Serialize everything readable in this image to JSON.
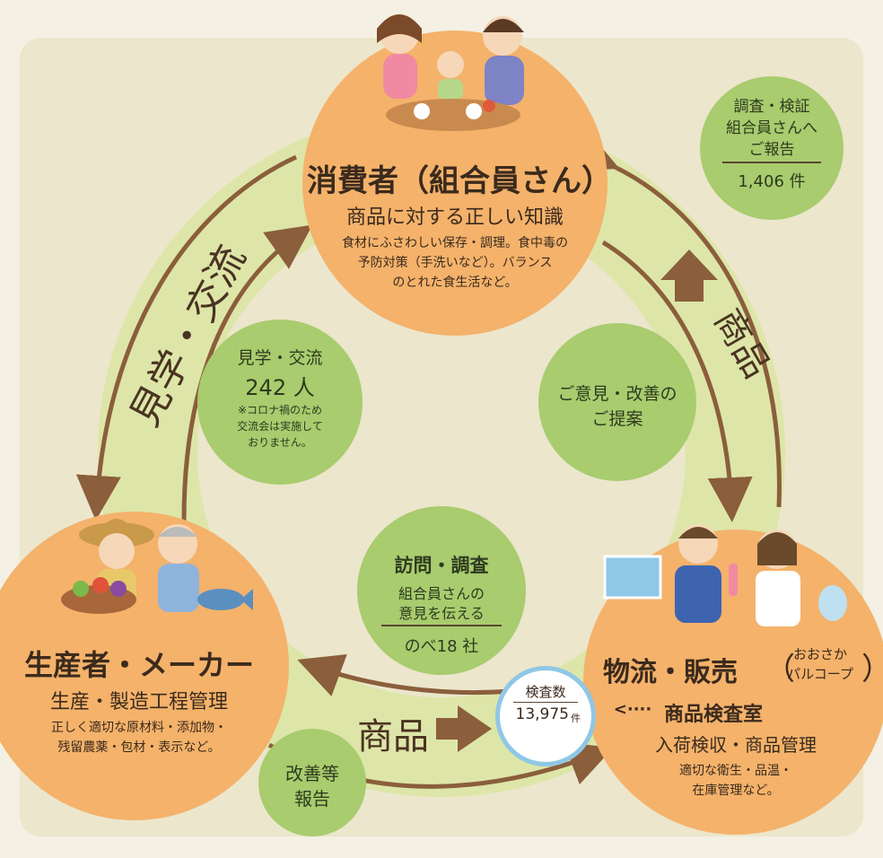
{
  "consumer": {
    "title": "消費者（組合員さん）",
    "subtitle": "商品に対する正しい知識",
    "desc": [
      "食材にふさわしい保存・調理。食中毒の",
      "予防対策（手洗いなど）。バランス",
      "のとれた食生活など。"
    ]
  },
  "producer": {
    "title": "生産者・メーカー",
    "subtitle": "生産・製造工程管理",
    "desc": [
      "正しく適切な原材料・添加物・",
      "残留農薬・包材・表示など。"
    ]
  },
  "distribution": {
    "title": "物流・販売",
    "paren_open": "（",
    "paren_line1": "おおさか",
    "paren_line2": "パルコープ",
    "paren_close": "）",
    "lab_arrow": "<····",
    "lab": "商品検査室",
    "subtitle": "入荷検収・商品管理",
    "desc": [
      "適切な衛生・品温・",
      "在庫管理など。"
    ]
  },
  "arrows": {
    "left_arc_label": "見学・交流",
    "right_arc_label": "商品",
    "bottom_label": "商品"
  },
  "bubbles": {
    "survey": {
      "lines": [
        "調査・検証",
        "組合員さんへ",
        "ご報告"
      ],
      "count": "1,406 件"
    },
    "visit_exchange": {
      "line1": "見学・交流",
      "line2": "242 人",
      "note": [
        "※コロナ禍のため",
        "交流会は実施して",
        "おりません。"
      ]
    },
    "opinion": {
      "lines": [
        "ご意見・改善の",
        "ご提案"
      ]
    },
    "visit_survey": {
      "line1": "訪問・調査",
      "line2": [
        "組合員さんの",
        "意見を伝える"
      ],
      "count": "のべ18 社"
    },
    "improvement": {
      "lines": [
        "改善等",
        "報告"
      ]
    },
    "inspection": {
      "label": "検査数",
      "count": "13,975",
      "unit": "件"
    }
  },
  "colors": {
    "node_orange": "#f4b26b",
    "ring_green": "#d9e3a3",
    "bubble_green": "#a8cc6e",
    "arrow_brown": "#8b5e3c",
    "badge_blue": "#8fc7e6"
  }
}
